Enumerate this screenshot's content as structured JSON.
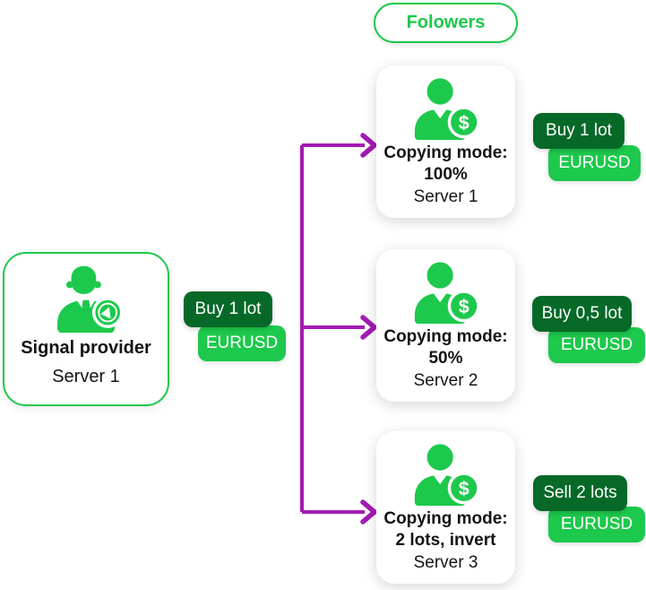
{
  "colors": {
    "green": "#1dc94c",
    "green_dark": "#066928",
    "purple": "#a21bb2",
    "text": "#141414"
  },
  "header": {
    "followers_label": "Folowers"
  },
  "provider": {
    "title": "Signal provider",
    "server": "Server 1",
    "icon": "businessman-megaphone-icon",
    "order": {
      "action": "Buy 1 lot",
      "symbol": "EURUSD"
    }
  },
  "followers": [
    {
      "icon": "person-dollar-icon",
      "mode_label": "Copying mode:",
      "mode_value": "100%",
      "server": "Server 1",
      "order": {
        "action": "Buy 1 lot",
        "symbol": "EURUSD"
      }
    },
    {
      "icon": "person-dollar-icon",
      "mode_label": "Copying mode:",
      "mode_value": "50%",
      "server": "Server 2",
      "order": {
        "action": "Buy 0,5 lot",
        "symbol": "EURUSD"
      }
    },
    {
      "icon": "person-dollar-icon",
      "mode_label": "Copying mode:",
      "mode_value": "2 lots, invert",
      "server": "Server 3",
      "order": {
        "action": "Sell 2 lots",
        "symbol": "EURUSD"
      }
    }
  ],
  "icons": {
    "badge_dollar": "$"
  }
}
